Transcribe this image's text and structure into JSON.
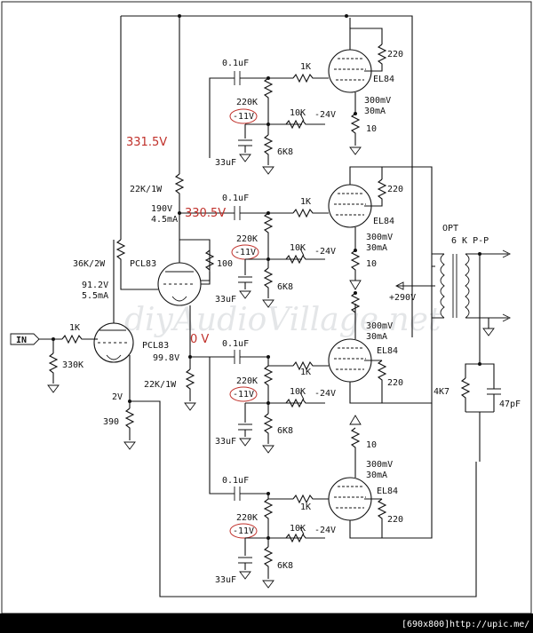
{
  "input": {
    "label": "IN"
  },
  "tubes": {
    "driver": "PCL83",
    "inverter": "PCL83",
    "output_1": "EL84",
    "output_2": "EL84",
    "output_3": "EL84",
    "output_4": "EL84"
  },
  "resistors": {
    "input_grid": "1K",
    "input_leak": "330K",
    "cathode": "390",
    "plate_load_driver": "22K/1W",
    "plate_load_inverter": "36K/2W",
    "inverter_grid_stop": "100",
    "inverter_cathode": "22K/1W",
    "grid_leak": "220K",
    "grid_stop": "1K",
    "bias_pot": "10K",
    "bias_lower": "6K8",
    "screen": "220",
    "cathode_sense": "10",
    "zobel": "4K7"
  },
  "capacitors": {
    "coupling": "0.1uF",
    "bias_bypass": "33uF",
    "zobel": "47pF"
  },
  "voltages": {
    "bias_supply": "-24V",
    "grid_bias": "-11V",
    "b_plus": "+290V",
    "driver_plate": "190V",
    "driver_current": "4.5mA",
    "inverter_plate": "91.2V",
    "inverter_current": "5.5mA",
    "inverter_cathode": "99.8V",
    "driver_cathode": "2V",
    "output_sense_voltage": "300mV",
    "output_current": "30mA"
  },
  "annotations": {
    "note_1": "331.5V",
    "note_2": "330.5V",
    "note_3": "0 V"
  },
  "transformer": {
    "label": "OPT",
    "impedance": "6 K P-P"
  },
  "watermark": "diyAudioVillage.net",
  "footer": {
    "size": "[690x800]",
    "host": "http://upic.me/"
  },
  "colors": {
    "ink": "#111111",
    "annotation": "#c0302a",
    "footer_bg": "#000000"
  }
}
